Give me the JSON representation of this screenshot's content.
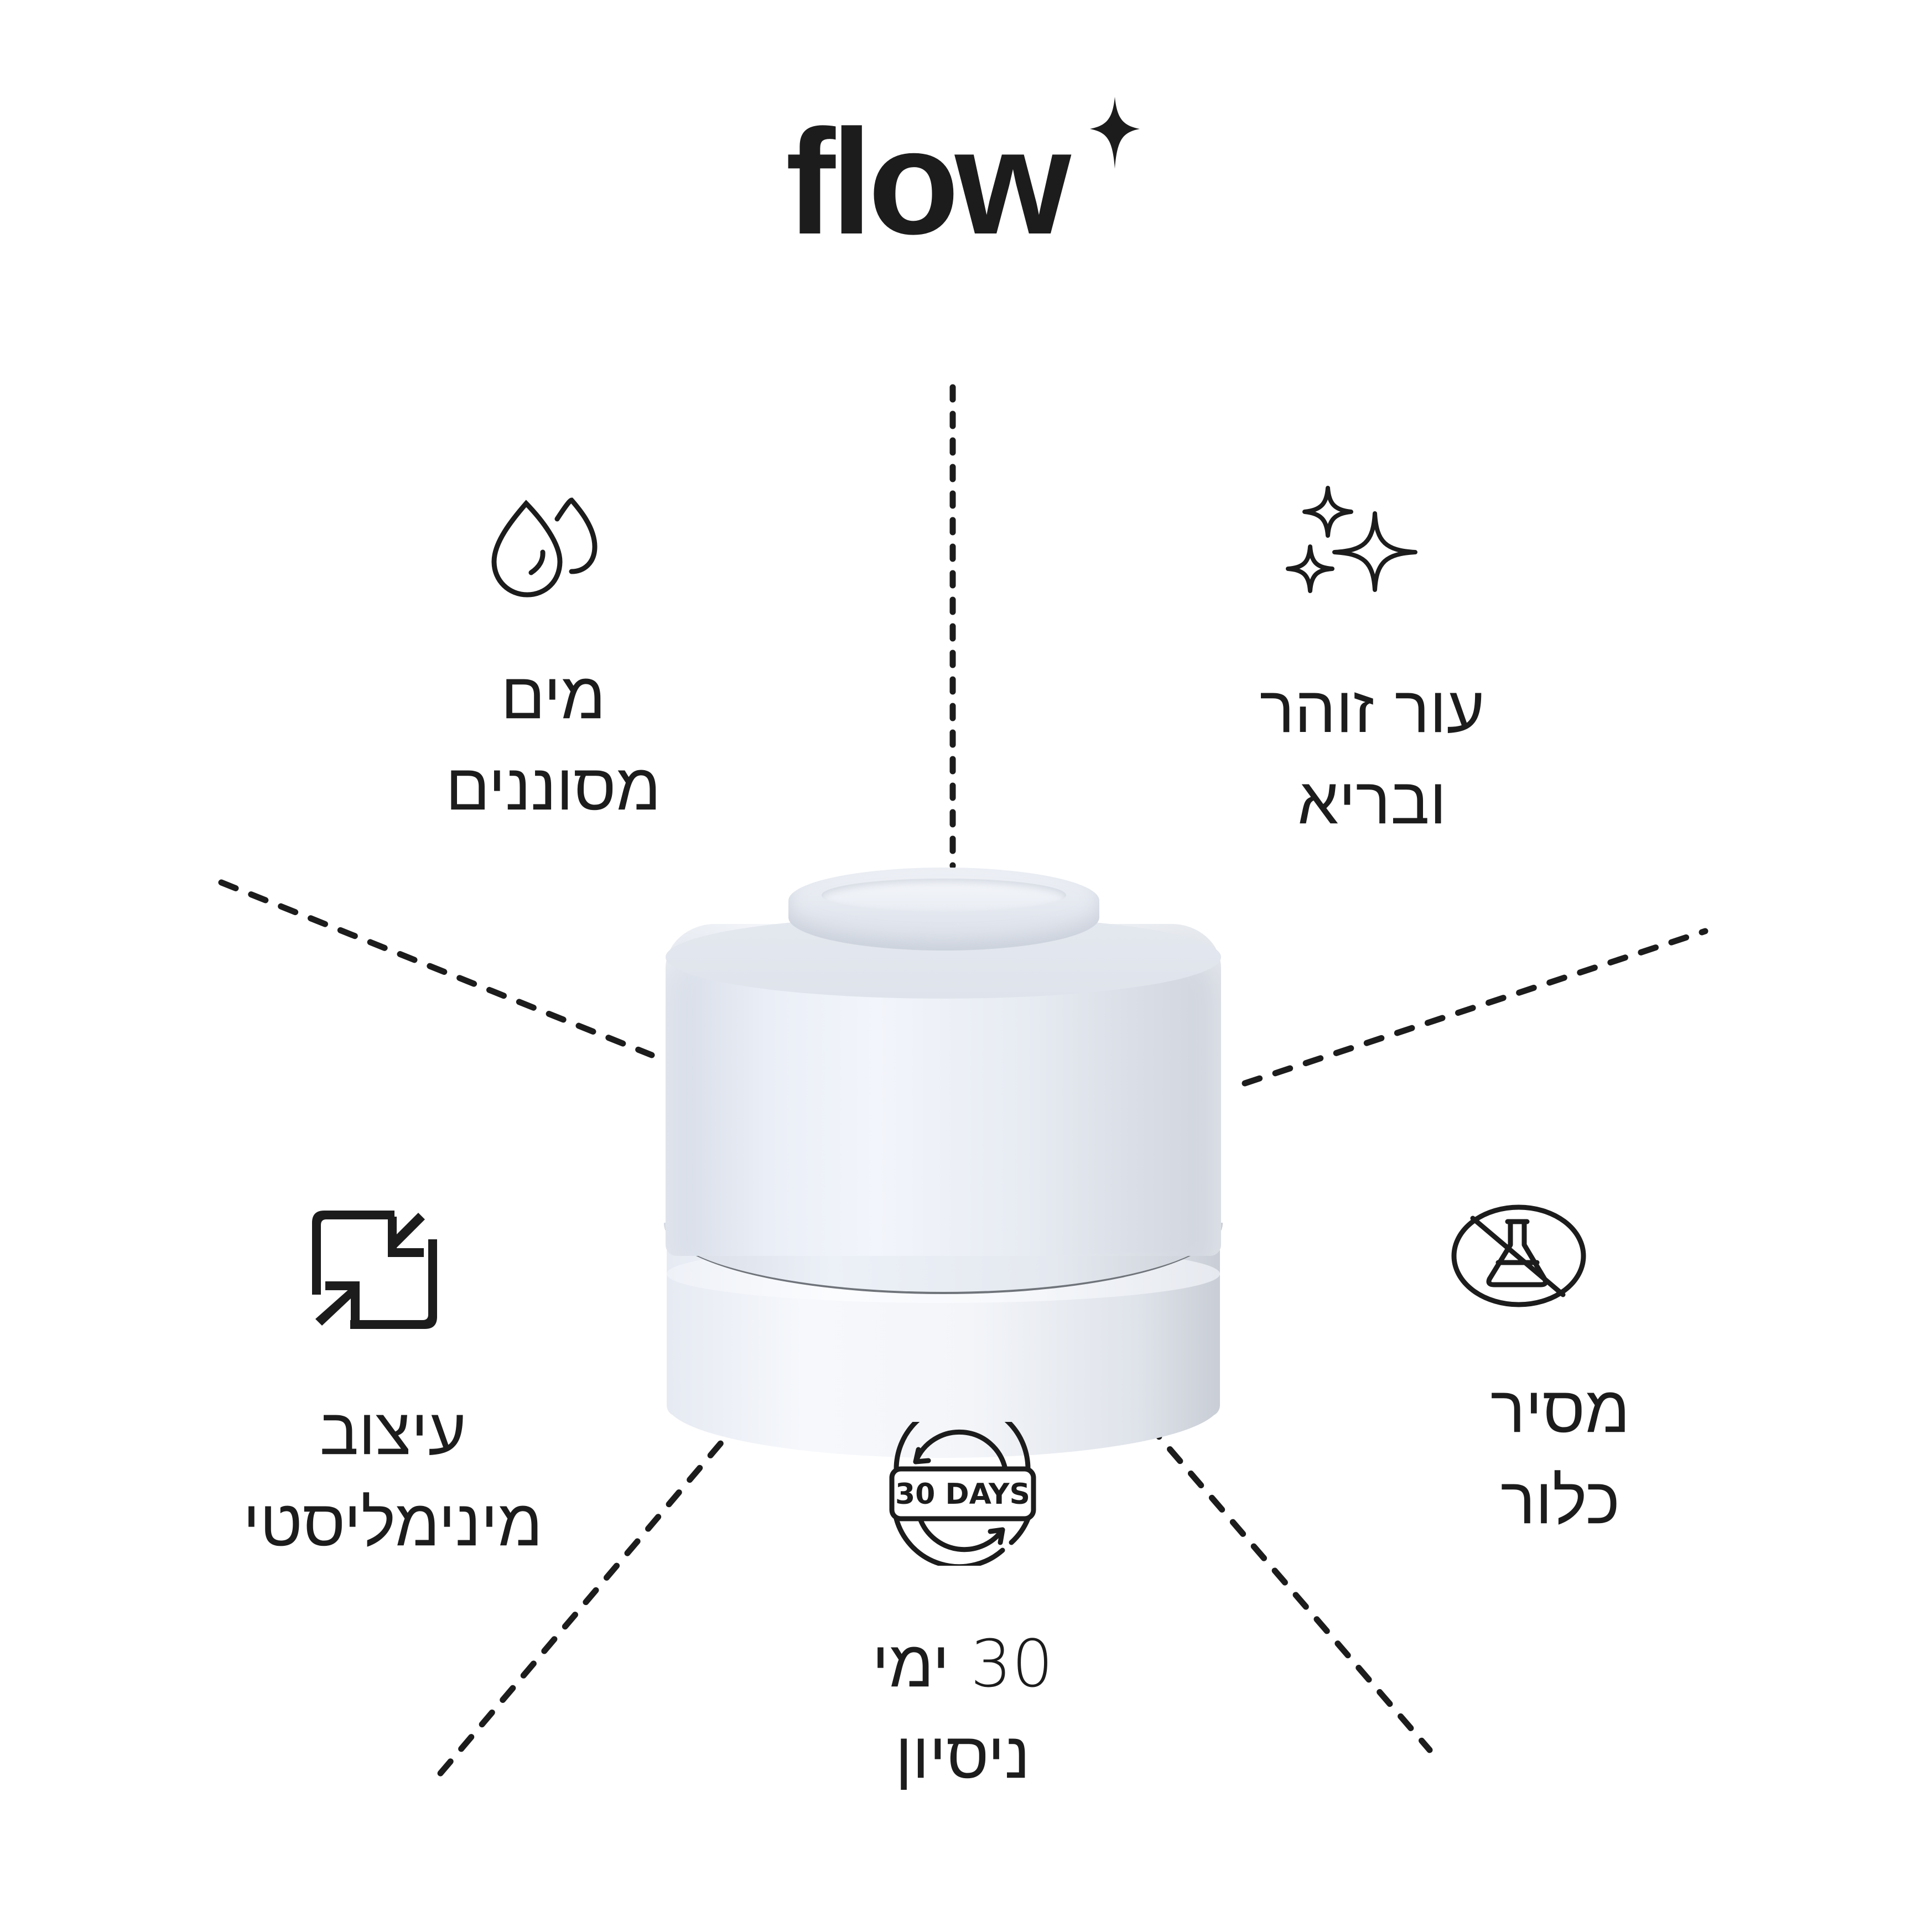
{
  "brand": {
    "logo_text": "flow",
    "logo_accent_icon": "four-point-star-icon"
  },
  "product": {
    "name": "shower filter cartridge",
    "colors": {
      "frosted_body": "#e9edf4",
      "base": "#f4f6fa",
      "seam": "#6f737a"
    }
  },
  "features": [
    {
      "id": "filtered-water",
      "icon": "water-drops-icon",
      "lines": [
        "מים",
        "מסוננים"
      ]
    },
    {
      "id": "glowing-skin",
      "icon": "sparkles-icon",
      "lines": [
        "עור זוהר",
        "ובריא"
      ]
    },
    {
      "id": "minimal-design",
      "icon": "compress-arrows-icon",
      "lines": [
        "עיצוב",
        "מינימליסטי"
      ]
    },
    {
      "id": "trial",
      "icon": "30-days-badge-icon",
      "badge_text": "30 DAYS",
      "lines": [
        "30 ימי",
        "ניסיון"
      ]
    },
    {
      "id": "chlorine-removal",
      "icon": "no-chemicals-flask-icon",
      "lines": [
        "מסיר",
        "כלור"
      ]
    }
  ],
  "style": {
    "ink": "#1c1c1c",
    "background": "#ffffff"
  }
}
